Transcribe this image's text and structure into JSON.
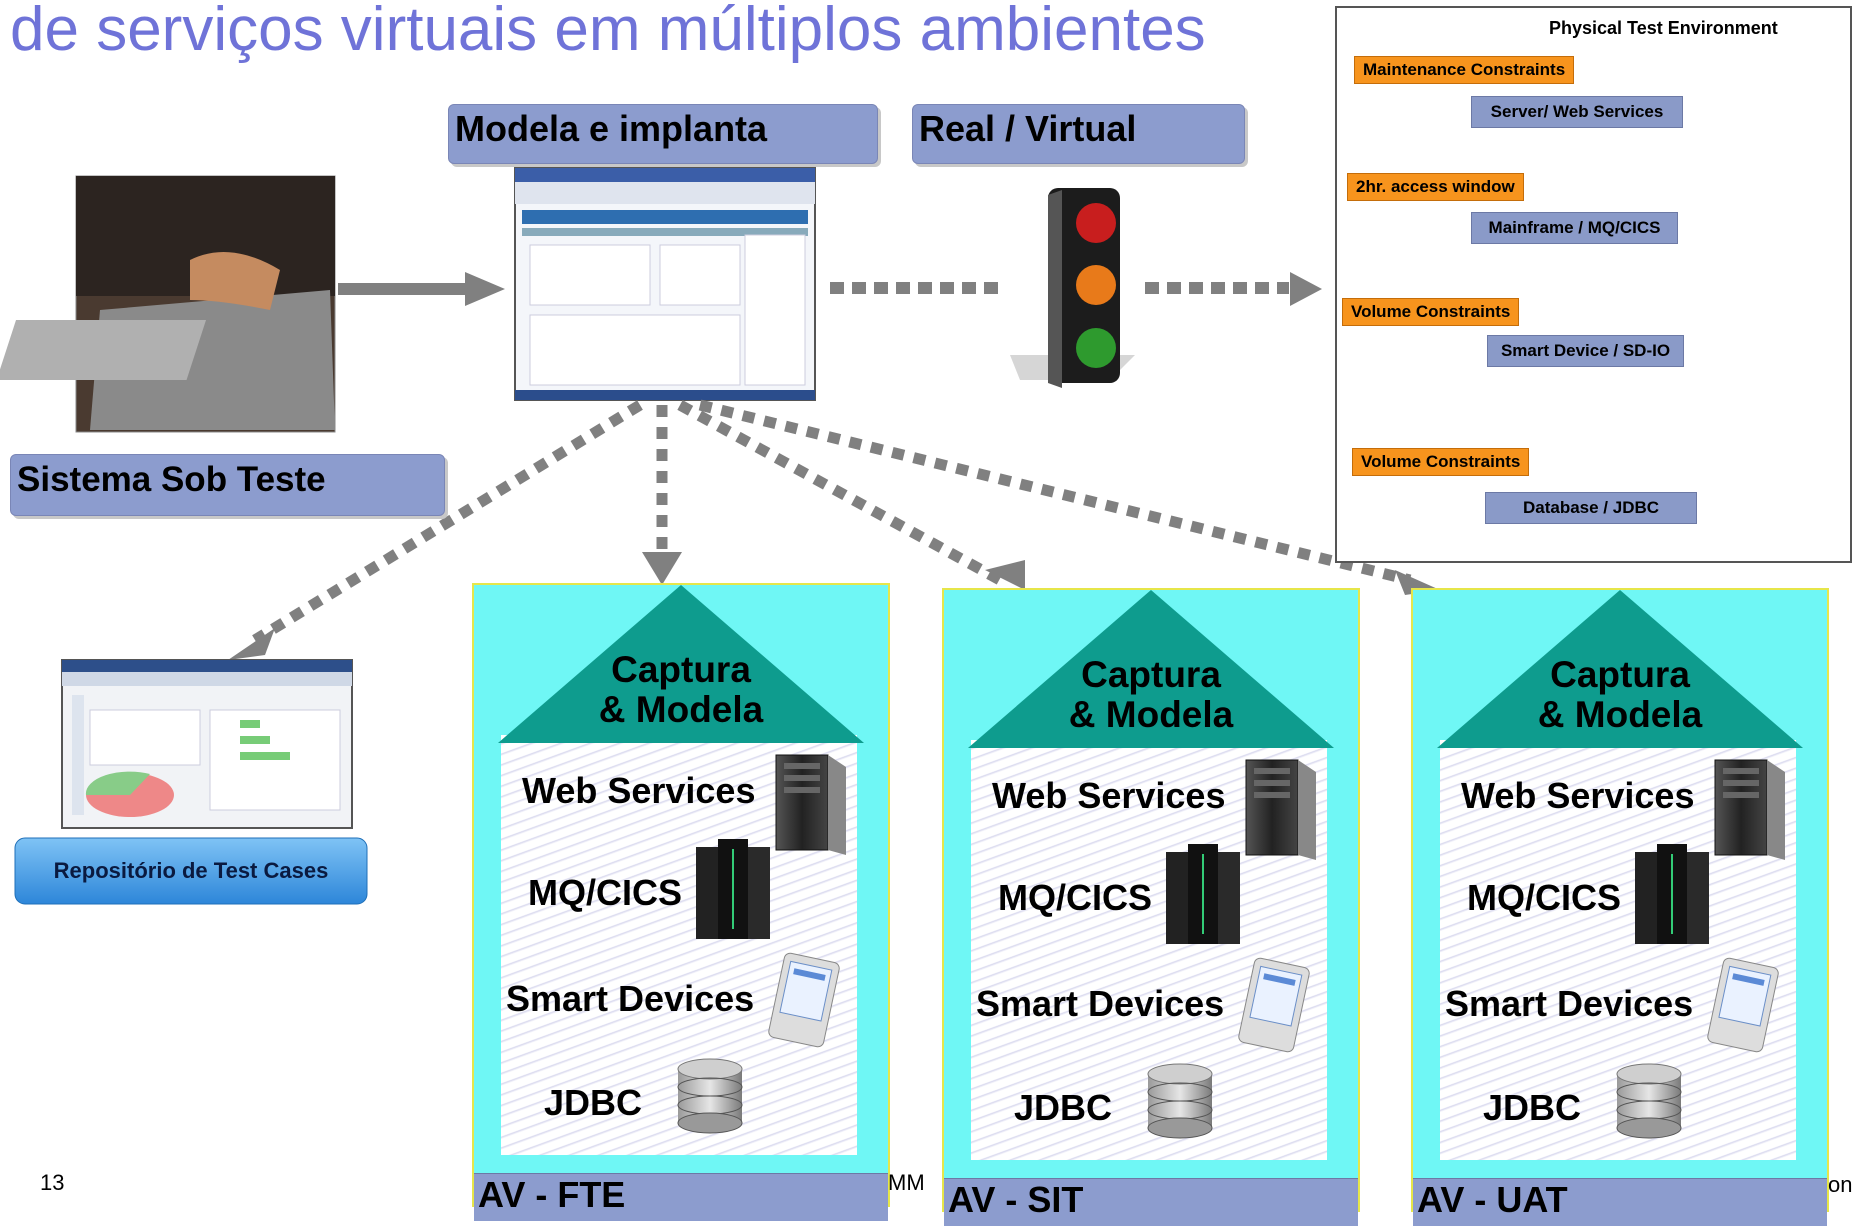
{
  "slide": {
    "title": "de serviços virtuais em múltiplos ambientes",
    "page_number": "13",
    "footer_fragment_left": "MM",
    "footer_fragment_right": "on"
  },
  "labels": {
    "modela_implanta": "Modela e implanta",
    "real_virtual": "Real / Virtual",
    "sistema_sob_teste": "Sistema Sob Teste",
    "repositorio": "Repositório de Test Cases"
  },
  "physical_env": {
    "title": "Physical Test Environment",
    "constraints": [
      "Maintenance Constraints",
      "2hr. access window",
      "Volume Constraints",
      "Volume Constraints"
    ],
    "services": [
      "Server/ Web Services",
      "Mainframe / MQ/CICS",
      "Smart Device / SD-IO",
      "Database / JDBC"
    ]
  },
  "environments": [
    {
      "capture": "Captura",
      "capture2": "& Modela",
      "items": [
        "Web Services",
        "MQ/CICS",
        "Smart Devices",
        "JDBC"
      ],
      "footer": "AV -  FTE"
    },
    {
      "capture": "Captura",
      "capture2": "& Modela",
      "items": [
        "Web Services",
        "MQ/CICS",
        "Smart Devices",
        "JDBC"
      ],
      "footer": "AV -  SIT"
    },
    {
      "capture": "Captura",
      "capture2": "& Modela",
      "items": [
        "Web Services",
        "MQ/CICS",
        "Smart Devices",
        "JDBC"
      ],
      "footer": "AV -  UAT"
    }
  ],
  "colors": {
    "title": "#6f73d8",
    "label_box": "#8c9cce",
    "constraint": "#f7941d",
    "env_bg": "#6ff7f5",
    "env_roof": "#0e9c8e",
    "arrow": "#808080"
  }
}
